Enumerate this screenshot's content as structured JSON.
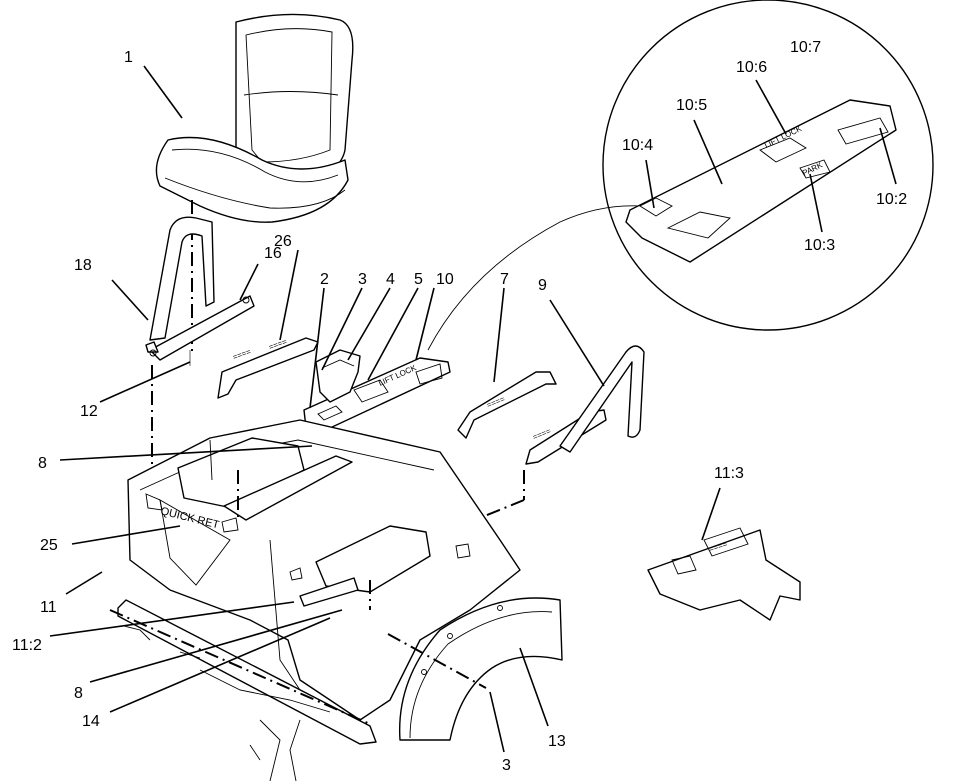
{
  "callouts": {
    "c1": "1",
    "c2": "2",
    "c3a": "3",
    "c3b": "3",
    "c4": "4",
    "c5": "5",
    "c7": "7",
    "c8a": "8",
    "c8b": "8",
    "c9": "9",
    "c10": "10",
    "c10_2": "10:2",
    "c10_3": "10:3",
    "c10_4": "10:4",
    "c10_5": "10:5",
    "c10_6": "10:6",
    "c10_7": "10:7",
    "c11": "11",
    "c11_2": "11:2",
    "c11_3": "11:3",
    "c12": "12",
    "c13": "13",
    "c14": "14",
    "c16": "16",
    "c18": "18",
    "c25": "25",
    "c26": "26"
  },
  "decals": {
    "quick_ret": "QUICK RET",
    "lift_lock": "LIFT LOCK",
    "park": "PARK"
  },
  "icons": {
    "seat": "seat-icon",
    "handle": "grab-handle-icon",
    "fender": "fender-icon"
  }
}
